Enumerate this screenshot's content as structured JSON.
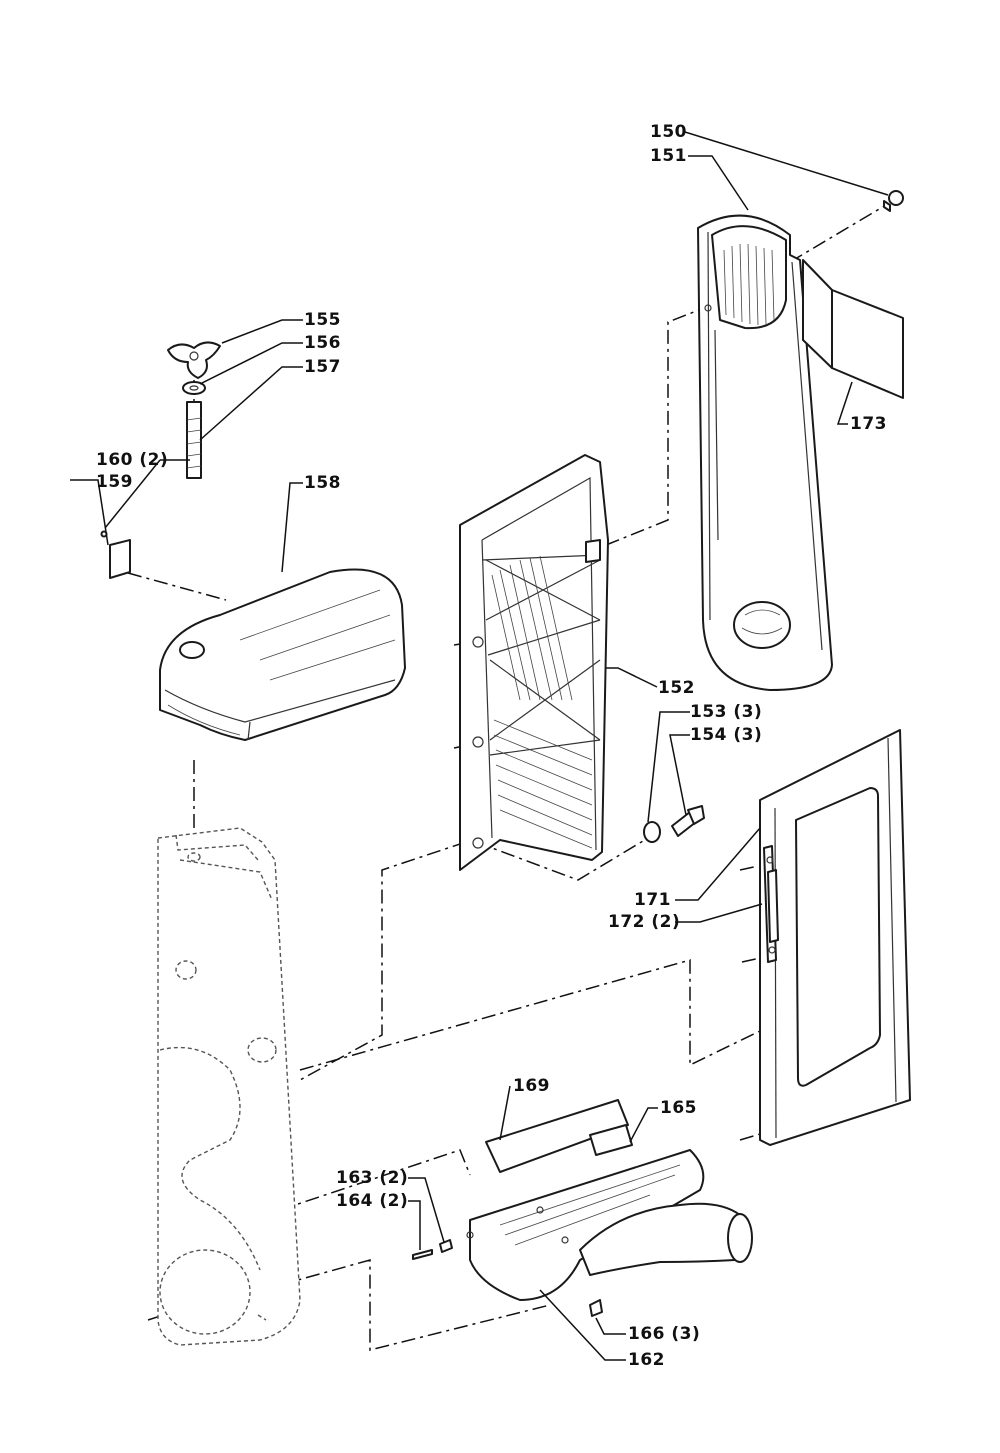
{
  "callouts": {
    "c150": "150",
    "c151": "151",
    "c152": "152",
    "c153": "153 (3)",
    "c154": "154 (3)",
    "c155": "155",
    "c156": "156",
    "c157": "157",
    "c158": "158",
    "c159": "159",
    "c160": "160 (2)",
    "c162": "162",
    "c163": "163 (2)",
    "c164": "164 (2)",
    "c165": "165",
    "c166": "166 (3)",
    "c169": "169",
    "c171": "171",
    "c172": "172 (2)",
    "c173": "173"
  }
}
